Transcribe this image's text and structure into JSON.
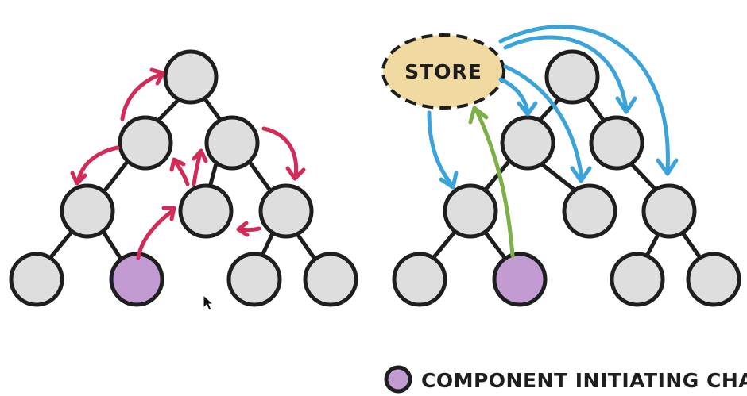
{
  "store": {
    "label": "STORE",
    "fill": "#f1d9a2"
  },
  "legend": {
    "label": "COMPONENT INITIATING CHANGE",
    "marker_color": "#c39bd3"
  },
  "colors": {
    "node_fill": "#dedede",
    "initiator_fill": "#c39bd3",
    "outline": "#1e1e1e",
    "red_arrow": "#d42a57",
    "blue_arrow": "#3aa3db",
    "green_arrow": "#7bb146"
  },
  "diagrams": {
    "left": {
      "description_only": false,
      "initiator_node": "leaf-2"
    },
    "right": {
      "initiator_node": "leaf-2"
    }
  },
  "cursor_icon": "mouse-pointer-icon"
}
